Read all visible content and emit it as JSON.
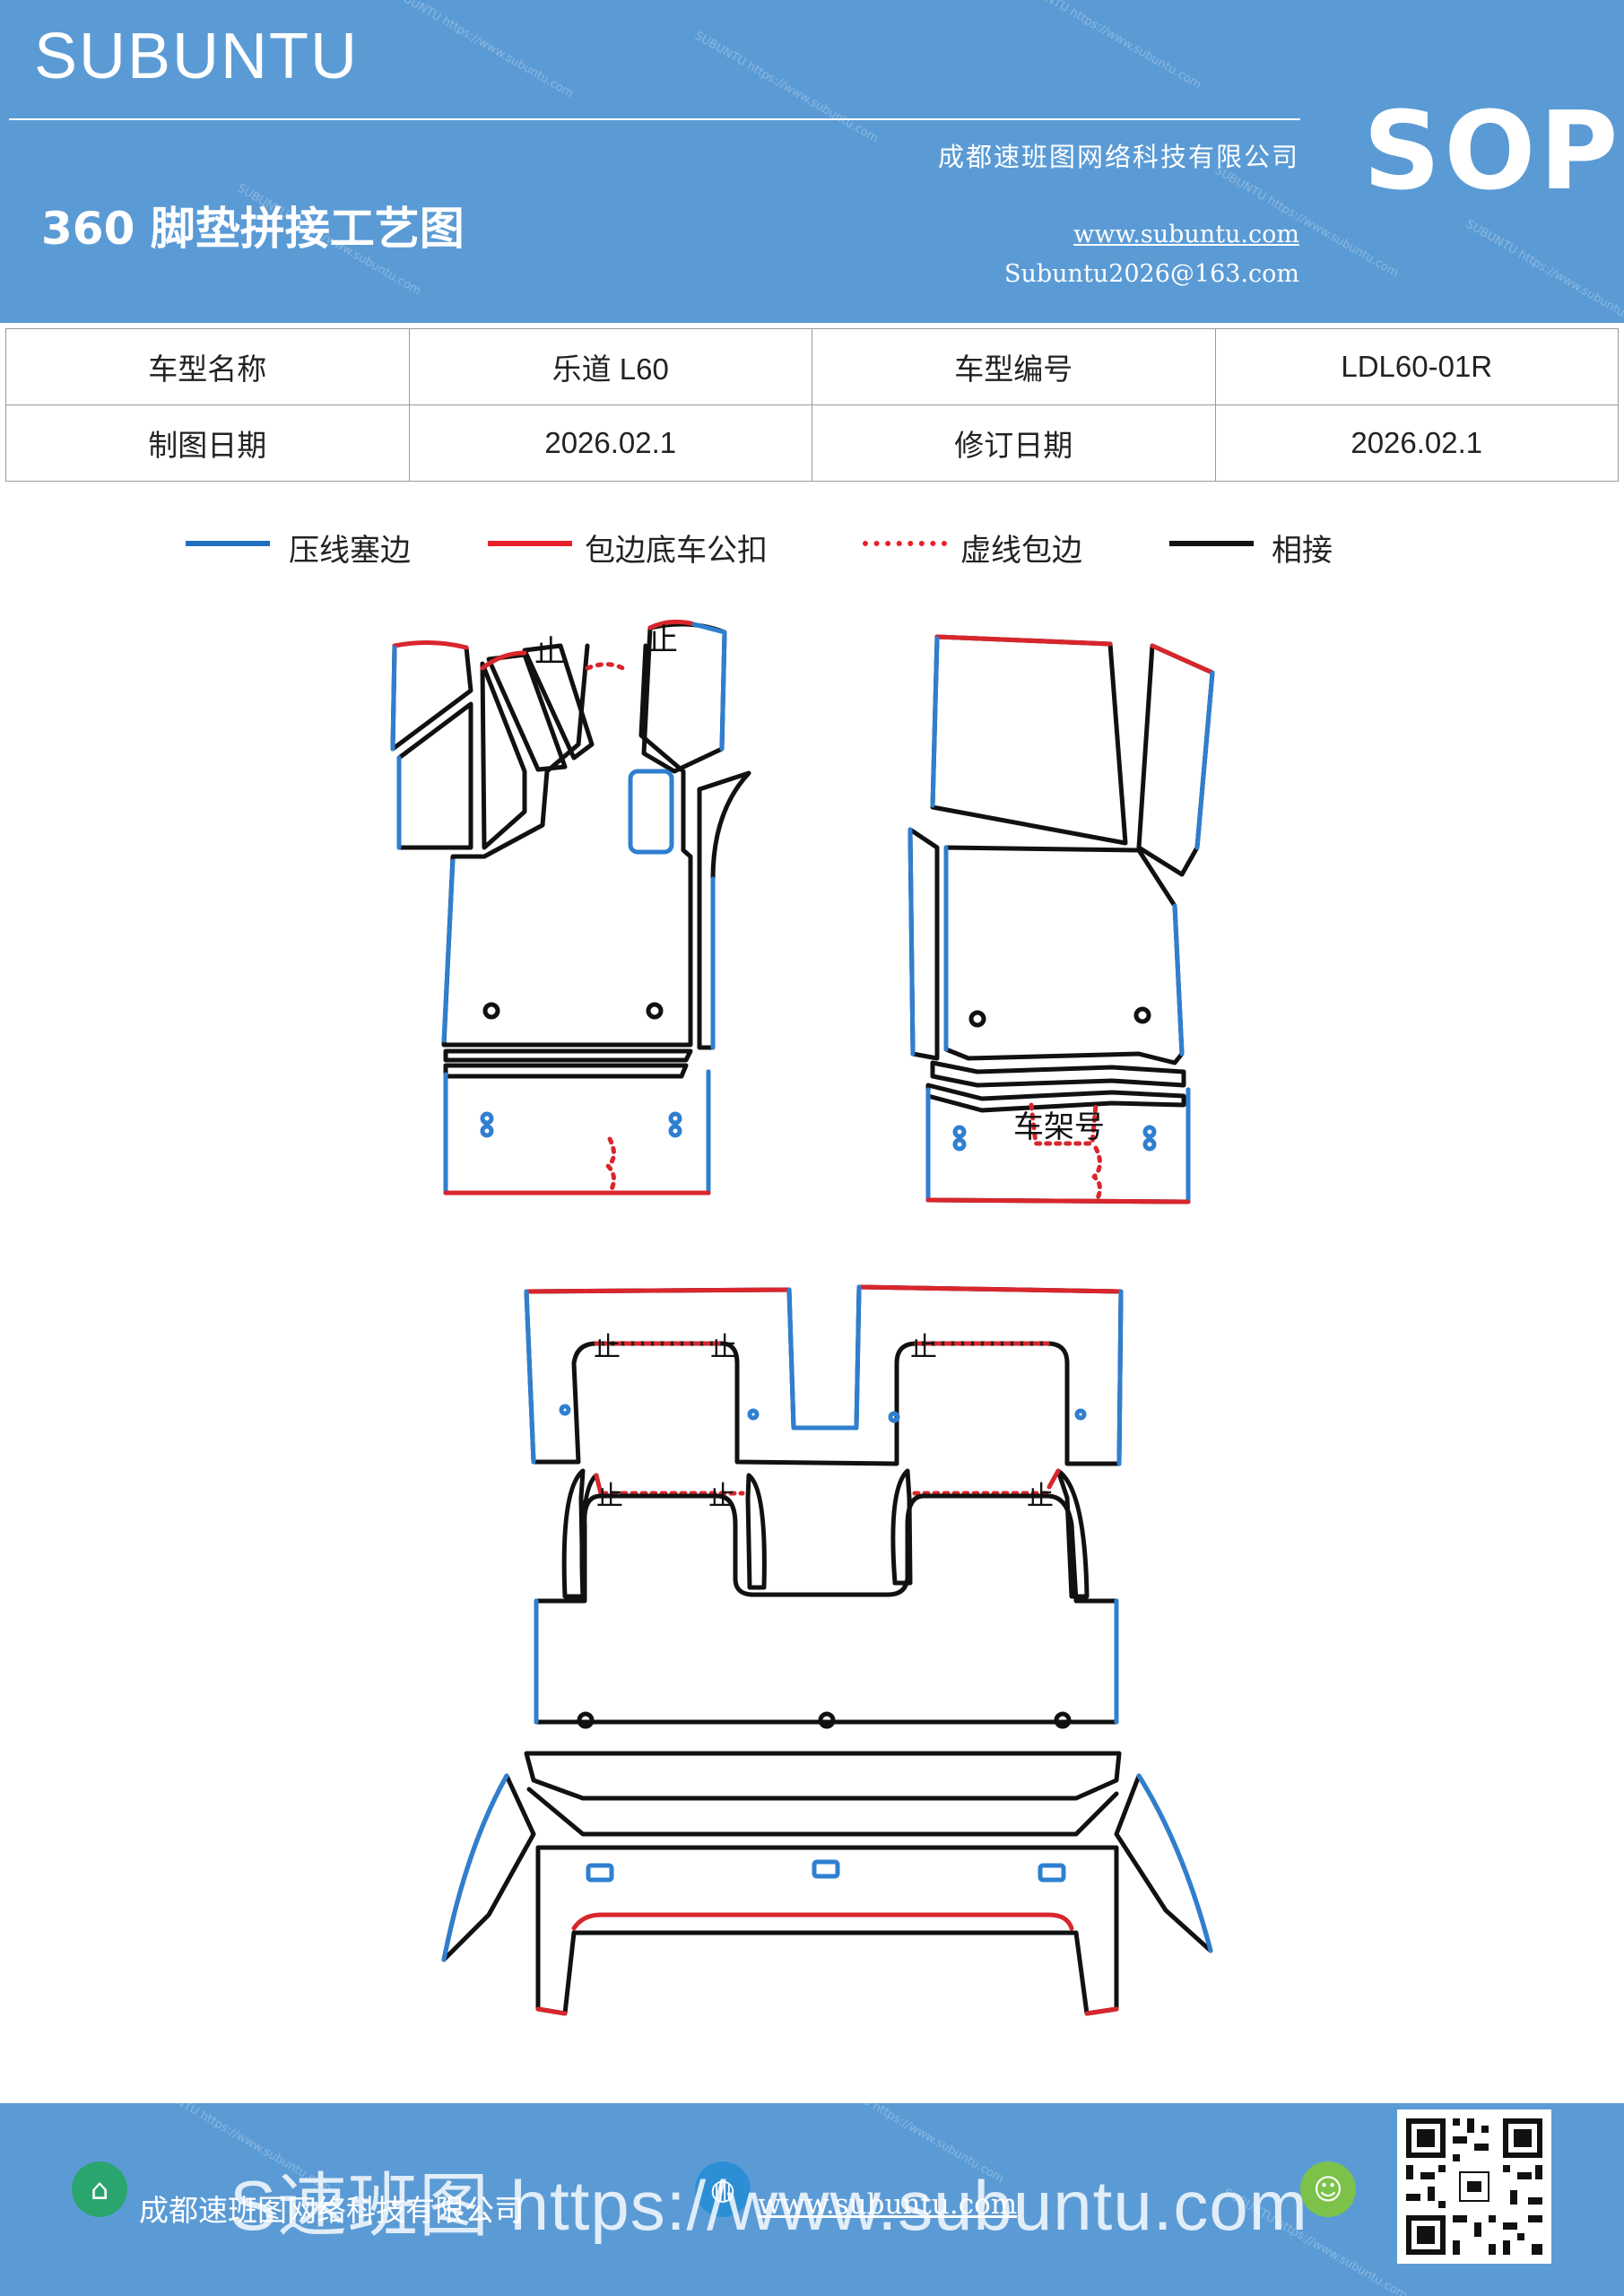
{
  "header": {
    "brand": "SUBUNTU",
    "company": "成都速班图网络科技有限公司",
    "title": "360 脚垫拼接工艺图",
    "website": "www.subuntu.com",
    "email": "Subuntu2026@163.com",
    "badge": "SOP",
    "watermark": "SUBUNTU https://www.subuntu.com"
  },
  "info_table": {
    "rows": [
      {
        "label1": "车型名称",
        "value1": "乐道 L60",
        "label2": "车型编号",
        "value2": "LDL60-01R"
      },
      {
        "label1": "制图日期",
        "value1": "2026.02.1",
        "label2": "修订日期",
        "value2": "2026.02.1"
      }
    ]
  },
  "legend": {
    "items": [
      {
        "label": "压线塞边",
        "color": "#1f6fc1",
        "style": "solid"
      },
      {
        "label": "包边底车公扣",
        "color": "#e8202a",
        "style": "solid"
      },
      {
        "label": "虚线包边",
        "color": "#e8202a",
        "style": "dotted"
      },
      {
        "label": "相接",
        "color": "#111111",
        "style": "solid"
      }
    ]
  },
  "diagram": {
    "stop_mark": "止",
    "frame_number_label": "车架号",
    "colors": {
      "blue": "#2f7fd0",
      "red": "#d8262c",
      "black": "#111111"
    }
  },
  "footer": {
    "company": "成都速班图网络科技有限公司",
    "website": "www.subuntu.com",
    "overlay": "S速班图 https://www.subuntu.com",
    "icons": [
      "building-icon",
      "globe-icon",
      "wechat-icon"
    ]
  }
}
